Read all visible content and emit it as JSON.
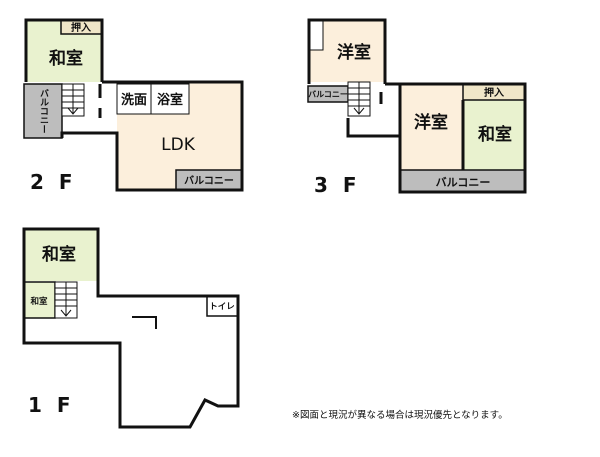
{
  "floors": {
    "f2": {
      "label": "2 F",
      "rooms": {
        "oshiire": "押入",
        "washitsu": "和室",
        "balcony_left": "バルコニー",
        "senmen": "洗面",
        "yokushitsu": "浴室",
        "ldk": "LDK",
        "balcony_bottom": "バルコニー"
      }
    },
    "f3": {
      "label": "3 F",
      "rooms": {
        "youshitsu_top": "洋室",
        "balcony_small": "バルコニー",
        "oshiire": "押入",
        "youshitsu_mid": "洋室",
        "washitsu": "和室",
        "balcony_bottom": "バルコニー"
      }
    },
    "f1": {
      "label": "1 F",
      "rooms": {
        "washitsu": "和室",
        "washitsu_small": "和室",
        "toilet": "トイレ"
      }
    }
  },
  "note": "※図面と現況が異なる場合は現況優先となります。",
  "colors": {
    "tatami": "#e9f2cf",
    "flooring": "#fcefdc",
    "wet_area": "#ffffff",
    "balcony": "#bdbdbd",
    "closet": "#f0e6c8",
    "wall": "#111111"
  }
}
